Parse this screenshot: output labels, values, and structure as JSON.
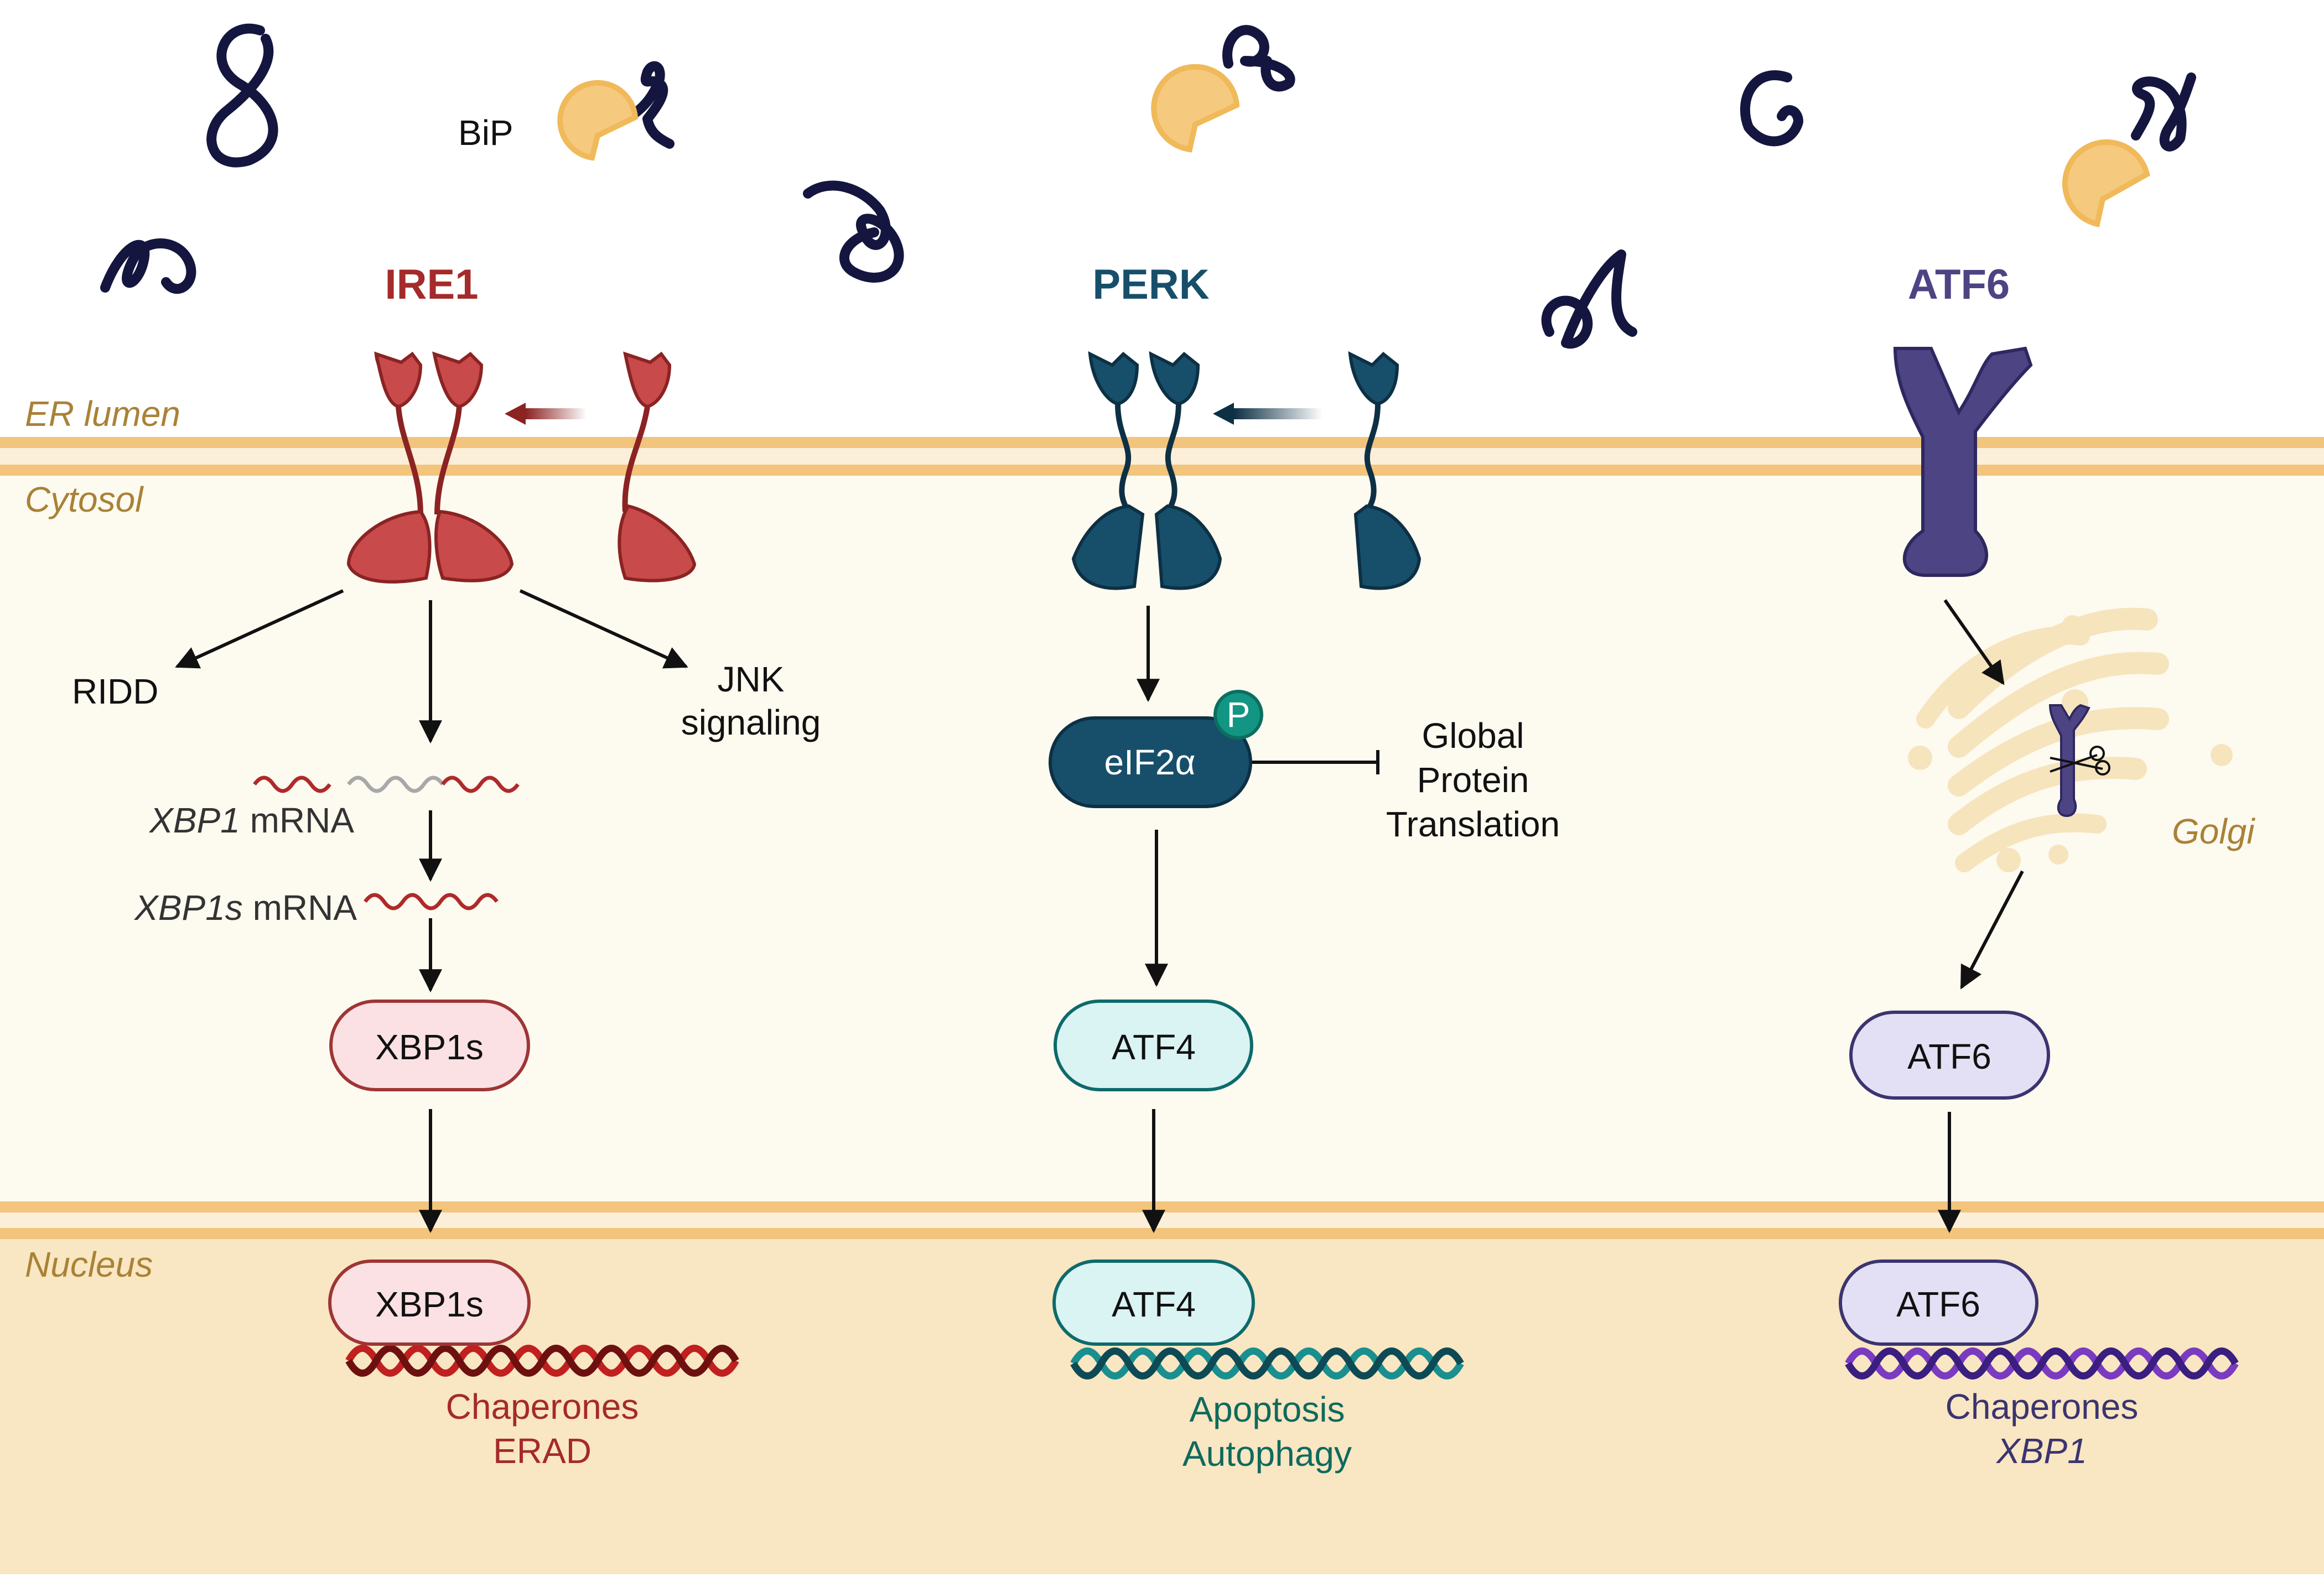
{
  "regions": {
    "er_lumen": "ER lumen",
    "cytosol": "Cytosol",
    "nucleus": "Nucleus"
  },
  "colors": {
    "membrane": "#f2c47c",
    "cytosol_bg": "#fdfaf0",
    "nucleus_bg": "#f9e6c2",
    "ire1": "#c84a4a",
    "ire1_dark": "#8b2323",
    "perk": "#174f6b",
    "perk_dark": "#0d3044",
    "atf6": "#4d4483",
    "atf6_dark": "#2e2860",
    "bip": "#f5c97e",
    "unfolded": "#14163f",
    "phospho": "#129583"
  },
  "bip_label": "BiP",
  "ire1": {
    "title": "IRE1",
    "ridd": "RIDD",
    "jnk_line1": "JNK",
    "jnk_line2": "signaling",
    "mrna_gene": "XBP1",
    "mrna_suffix": " mRNA",
    "mrna_s_gene": "XBP1s",
    "mrna_s_suffix": " mRNA",
    "cyto_factor": "XBP1s",
    "nuc_factor": "XBP1s",
    "outcome_line1": "Chaperones",
    "outcome_line2": "ERAD"
  },
  "perk": {
    "title": "PERK",
    "eif2a": "eIF2α",
    "phospho": "P",
    "translation_line1": "Global",
    "translation_line2": "Protein",
    "translation_line3": "Translation",
    "cyto_factor": "ATF4",
    "nuc_factor": "ATF4",
    "outcome_line1": "Apoptosis",
    "outcome_line2": "Autophagy"
  },
  "atf6": {
    "title": "ATF6",
    "golgi": "Golgi",
    "cyto_factor": "ATF6",
    "nuc_factor": "ATF6",
    "outcome_line1": "Chaperones",
    "outcome_line2": "XBP1"
  }
}
